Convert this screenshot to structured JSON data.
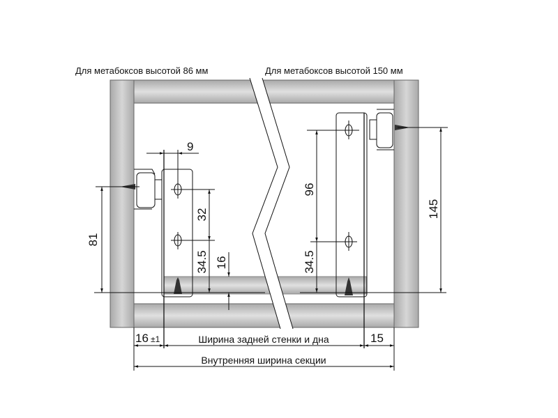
{
  "captions": {
    "left": "Для метабоксов высотой 86 мм",
    "right": "Для метабоксов высотой 150 мм"
  },
  "dimensions": {
    "left_height": "81",
    "left_offset": "9",
    "left_hole_spacing": "32",
    "left_hole_bottom": "34.5",
    "bottom_thickness": "16",
    "right_hole_spacing": "96",
    "right_hole_bottom": "34.5",
    "right_height": "145",
    "left_gap": "16",
    "left_gap_tolerance": "±1",
    "right_gap": "15"
  },
  "labels": {
    "back_width": "Ширина задней стенки и дна",
    "inner_width": "Внутренняя ширина секции"
  },
  "colors": {
    "panel": "#b9b9b9",
    "panel_light": "#e4e4e4",
    "line": "#111111"
  }
}
